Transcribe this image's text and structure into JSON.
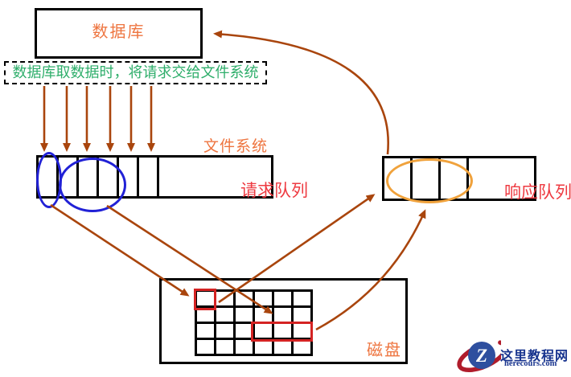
{
  "colors": {
    "line": "#000000",
    "arrow": "#a9450d",
    "orange": "#ee7540",
    "green": "#2fae6b",
    "red-label": "#ee3a41",
    "red-hl": "#d42323",
    "blue": "#2121d6",
    "orange-ellipse": "#f0a23c",
    "logo-red": "#b01c2b",
    "logo-blue": "#2e4f9f",
    "logo-text": "#17338e"
  },
  "database": {
    "label": "数据库"
  },
  "annotation": {
    "text": "数据库取数据时，将请求交给文件系统"
  },
  "file_system": {
    "label": "文件系统"
  },
  "request_queue": {
    "label": "请求队列",
    "cells": 7,
    "incoming_arrows": 6
  },
  "response_queue": {
    "label": "响应队列",
    "cells": 4
  },
  "disk": {
    "label": "磁盘",
    "grid": {
      "cols": 6,
      "rows": 4
    }
  },
  "watermark": {
    "site_name": "这里教程网",
    "site_domain": "herecours.com",
    "logo_letter": "Z"
  }
}
